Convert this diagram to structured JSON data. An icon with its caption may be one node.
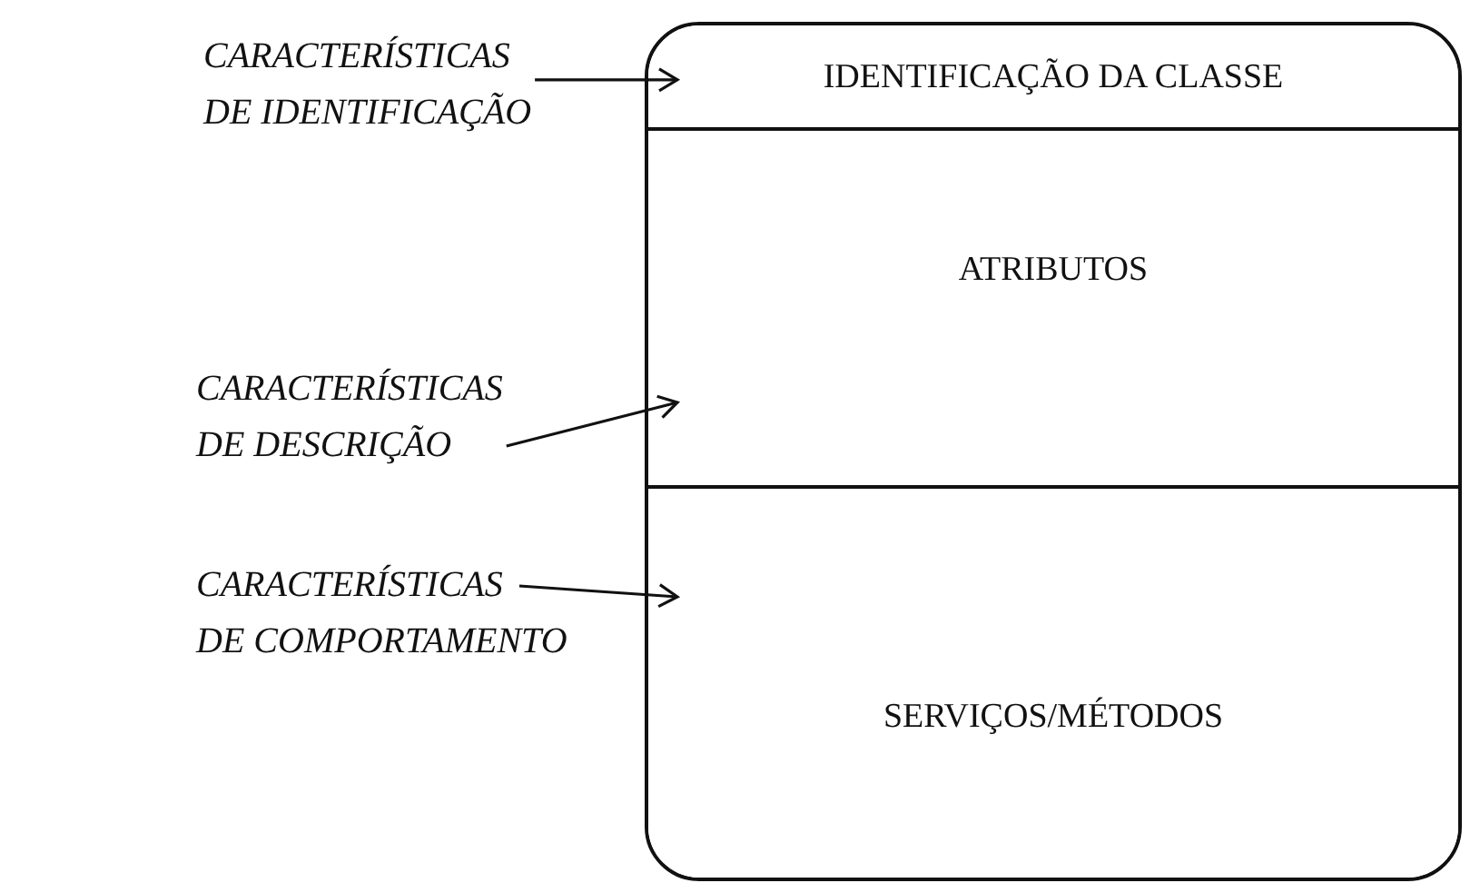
{
  "diagram": {
    "nodes": [
      {
        "text": [],
        "shape": "box"
      },
      {
        "text": [
          "IDENTIFICAÇÃO DA CLASSE"
        ],
        "in": 0
      },
      {
        "text": [
          "ATRIBUTOS"
        ],
        "in": 0
      },
      {
        "text": [
          "SERVIÇOS/MÉTODOS"
        ],
        "in": 0
      },
      {
        "text": [
          "CARACTERÍSTICAS DE IDENTIFICAÇÃO"
        ]
      },
      {
        "text": [
          "CARACTERÍSTICAS DE DESCRIÇÃO"
        ]
      },
      {
        "text": [
          "CARACTERÍSTICAS DE COMPORTAMENTO"
        ]
      }
    ],
    "edges": [
      {
        "from": 4,
        "to": 1,
        "arrow": "to"
      },
      {
        "from": 5,
        "to": 2,
        "arrow": "to"
      },
      {
        "from": 6,
        "to": 3,
        "arrow": "to"
      }
    ]
  }
}
